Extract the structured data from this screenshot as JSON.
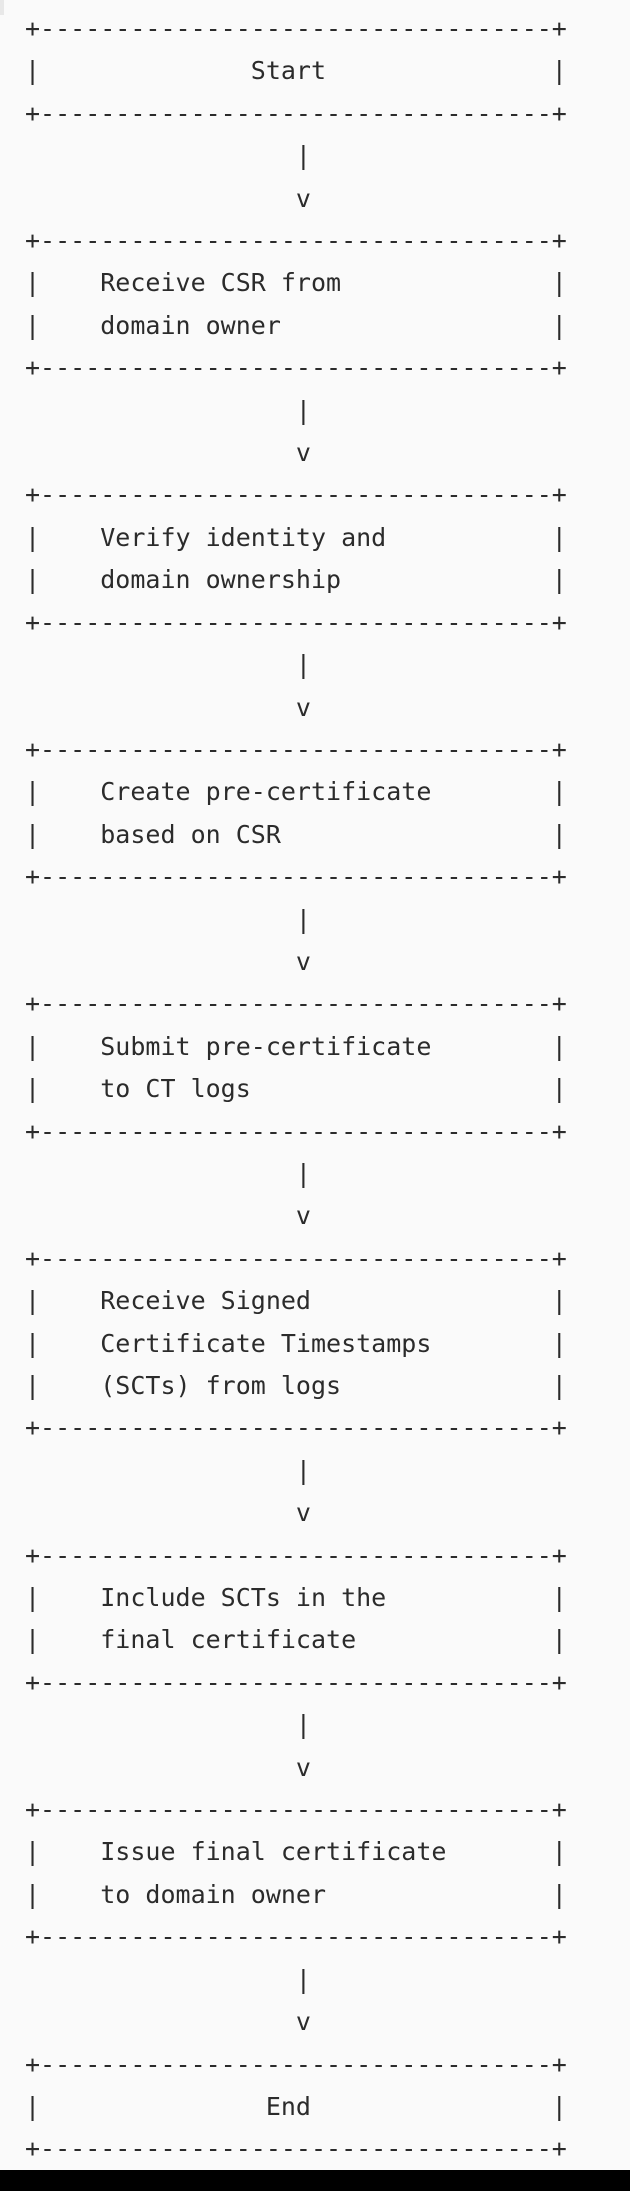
{
  "page": {
    "background": "#fafafa",
    "text_color": "#2b2b2b",
    "bottom_bar_color": "#000000",
    "scrollbar_color": "#e8e8e8"
  },
  "flowchart": {
    "box_inner_width": 34,
    "left_text_indent": 4,
    "arrow_column": 18,
    "glyphs": {
      "corner": "+",
      "horizontal": "-",
      "vertical": "|",
      "arrow_stem": "|",
      "arrow_head": "v"
    },
    "steps": [
      {
        "kind": "terminal",
        "align": "center",
        "lines": [
          "Start"
        ]
      },
      {
        "kind": "process",
        "align": "left",
        "lines": [
          "Receive CSR from",
          "domain owner"
        ]
      },
      {
        "kind": "process",
        "align": "left",
        "lines": [
          "Verify identity and",
          "domain ownership"
        ]
      },
      {
        "kind": "process",
        "align": "left",
        "lines": [
          "Create pre-certificate",
          "based on CSR"
        ]
      },
      {
        "kind": "process",
        "align": "left",
        "lines": [
          "Submit pre-certificate",
          "to CT logs"
        ]
      },
      {
        "kind": "process",
        "align": "left",
        "lines": [
          "Receive Signed",
          "Certificate Timestamps",
          "(SCTs) from logs"
        ]
      },
      {
        "kind": "process",
        "align": "left",
        "lines": [
          "Include SCTs in the",
          "final certificate"
        ]
      },
      {
        "kind": "process",
        "align": "left",
        "lines": [
          "Issue final certificate",
          "to domain owner"
        ]
      },
      {
        "kind": "terminal",
        "align": "center",
        "lines": [
          "End"
        ]
      }
    ]
  }
}
